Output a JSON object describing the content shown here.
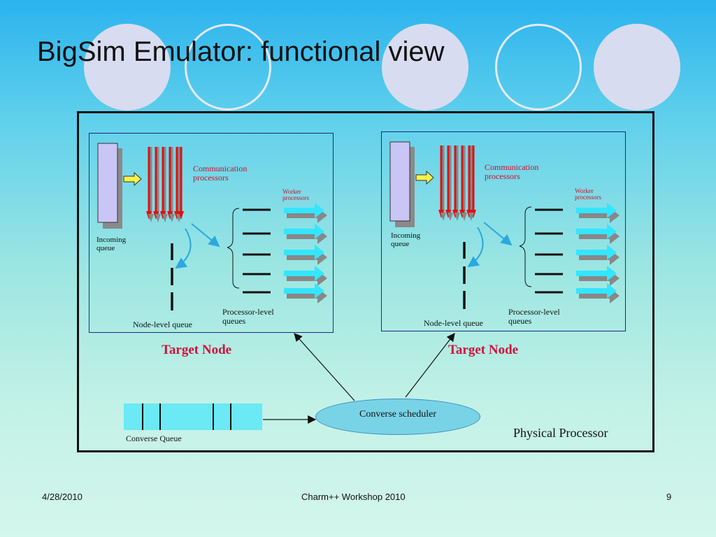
{
  "slide": {
    "title": "BigSim Emulator: functional view"
  },
  "diagram": {
    "nodes": [
      {
        "communication_label": "Communication processors",
        "worker_label": "Worker processors",
        "incoming_label": "Incoming queue",
        "node_queue_label": "Node-level queue",
        "processor_queue_label": "Processor-level queues",
        "caption": "Target Node"
      },
      {
        "communication_label": "Communication processors",
        "worker_label": "Worker processors",
        "incoming_label": "Incoming queue",
        "node_queue_label": "Node-level queue",
        "processor_queue_label": "Processor-level queues",
        "caption": "Target Node"
      }
    ],
    "scheduler_label": "Converse scheduler",
    "converse_queue_label": "Converse Queue",
    "physical_processor_label": "Physical Processor"
  },
  "footer": {
    "date": "4/28/2010",
    "center": "Charm++ Workshop 2010",
    "page": "9"
  },
  "colors": {
    "comm_arrow": "#e01010",
    "worker_arrow": "#33e6ff",
    "caption": "#d0103a",
    "comm_label": "#c8102e"
  }
}
